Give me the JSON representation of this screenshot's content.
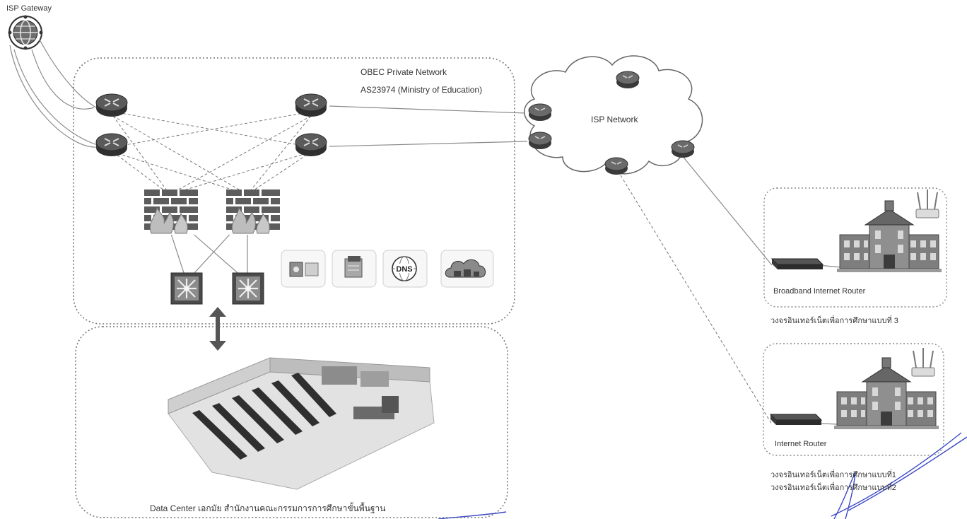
{
  "isp_gateway": {
    "label": "ISP Gateway"
  },
  "obec_network": {
    "title": "OBEC Private Network",
    "subtitle": "AS23974 (Ministry of Education)"
  },
  "isp_network": {
    "label": "ISP Network"
  },
  "services": [
    {
      "icon": "server-icon"
    },
    {
      "icon": "document-icon"
    },
    {
      "icon": "dns-globe-icon",
      "text": "DNS"
    },
    {
      "icon": "cloud-icon"
    }
  ],
  "data_center": {
    "caption": "Data Center เอกมัย สำนักงานคณะกรรมการการศึกษาขั้นพื้นฐาน"
  },
  "school_broadband": {
    "router_label": "Broadband Internet Router",
    "caption": "วงจรอินเทอร์เน็ตเพื่อการศึกษาแบบที่ 3"
  },
  "school_internet": {
    "router_label": "Internet Router",
    "caption_1": "วงจรอินเทอร์เน็ตเพื่อการศึกษาแบบที่1",
    "caption_2": "วงจรอินเทอร์เน็ตเพื่อการศึกษาแบบที่2"
  },
  "colors": {
    "line": "#8a8a8a",
    "router": "#3f3f3f",
    "firewall": "#5a5a5a",
    "signature": "#3b49c6"
  }
}
